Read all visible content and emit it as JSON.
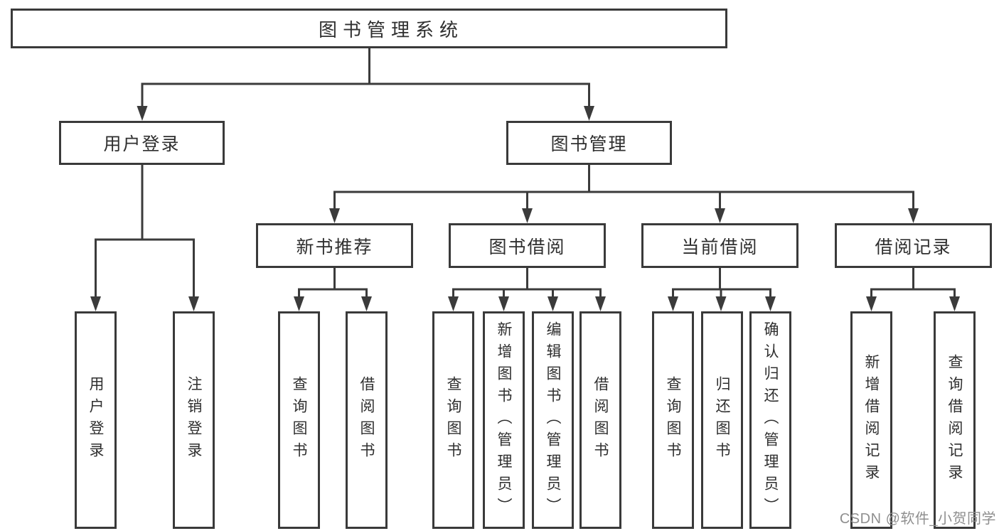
{
  "tree": {
    "label": "图书管理系统",
    "children": [
      {
        "label": "用户登录",
        "children": [
          {
            "label": "用户登录"
          },
          {
            "label": "注销登录"
          }
        ]
      },
      {
        "label": "图书管理",
        "children": [
          {
            "label": "新书推荐",
            "children": [
              {
                "label": "查询图书"
              },
              {
                "label": "借阅图书"
              }
            ]
          },
          {
            "label": "图书借阅",
            "children": [
              {
                "label": "查询图书"
              },
              {
                "label": "新增图书（管理员）"
              },
              {
                "label": "编辑图书（管理员）"
              },
              {
                "label": "借阅图书"
              }
            ]
          },
          {
            "label": "当前借阅",
            "children": [
              {
                "label": "查询图书"
              },
              {
                "label": "归还图书"
              },
              {
                "label": "确认归还（管理员）"
              }
            ]
          },
          {
            "label": "借阅记录",
            "children": [
              {
                "label": "新增借阅记录"
              },
              {
                "label": "查询借阅记录"
              }
            ]
          }
        ]
      }
    ]
  },
  "watermark": {
    "text": "CSDN @软件_小贺同学"
  },
  "colors": {
    "line": "#3b3b3b",
    "box_border": "#3a3a3a",
    "text": "#2f2f2f",
    "background": "#ffffff",
    "watermark": "#8f8f8f"
  }
}
